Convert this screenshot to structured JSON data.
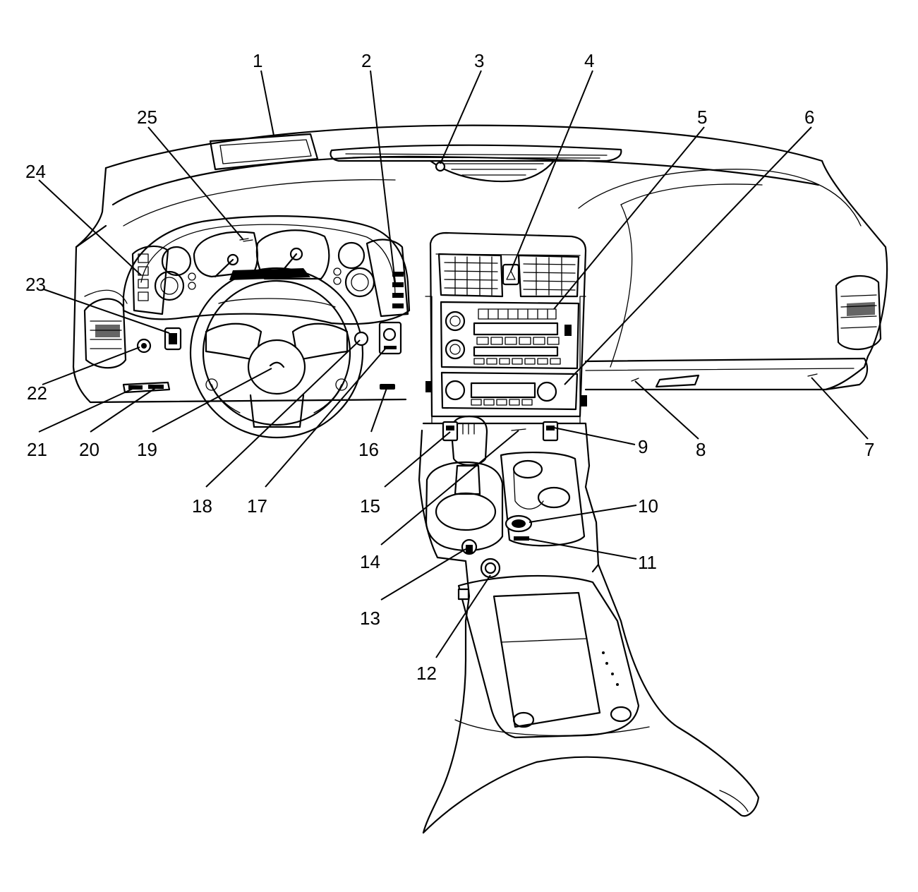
{
  "diagram": {
    "callouts": [
      {
        "id": "1",
        "label": "1"
      },
      {
        "id": "2",
        "label": "2"
      },
      {
        "id": "3",
        "label": "3"
      },
      {
        "id": "4",
        "label": "4"
      },
      {
        "id": "5",
        "label": "5"
      },
      {
        "id": "6",
        "label": "6"
      },
      {
        "id": "7",
        "label": "7"
      },
      {
        "id": "8",
        "label": "8"
      },
      {
        "id": "9",
        "label": "9"
      },
      {
        "id": "10",
        "label": "10"
      },
      {
        "id": "11",
        "label": "11"
      },
      {
        "id": "12",
        "label": "12"
      },
      {
        "id": "13",
        "label": "13"
      },
      {
        "id": "14",
        "label": "14"
      },
      {
        "id": "15",
        "label": "15"
      },
      {
        "id": "16",
        "label": "16"
      },
      {
        "id": "17",
        "label": "17"
      },
      {
        "id": "18",
        "label": "18"
      },
      {
        "id": "19",
        "label": "19"
      },
      {
        "id": "20",
        "label": "20"
      },
      {
        "id": "21",
        "label": "21"
      },
      {
        "id": "22",
        "label": "22"
      },
      {
        "id": "23",
        "label": "23"
      },
      {
        "id": "24",
        "label": "24"
      },
      {
        "id": "25",
        "label": "25"
      }
    ]
  },
  "colors": {
    "line": "#000000",
    "background": "#ffffff"
  }
}
